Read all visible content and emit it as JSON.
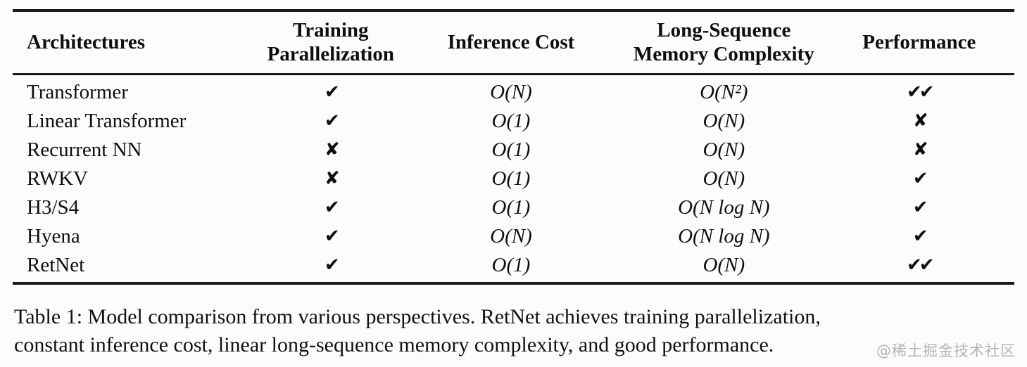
{
  "colors": {
    "background": "#fcfcfc",
    "text": "#0f0f0f",
    "rule": "#1b1b1b",
    "watermark": "#b3b3b3"
  },
  "table": {
    "columns": [
      "Architectures",
      "Training Parallelization",
      "Inference Cost",
      "Long-Sequence Memory Complexity",
      "Performance"
    ],
    "rows": [
      {
        "architecture": "Transformer",
        "training_parallelization": "✔",
        "inference_cost": "O(N)",
        "memory_complexity": "O(N²)",
        "performance": "✔✔"
      },
      {
        "architecture": "Linear Transformer",
        "training_parallelization": "✔",
        "inference_cost": "O(1)",
        "memory_complexity": "O(N)",
        "performance": "✘"
      },
      {
        "architecture": "Recurrent NN",
        "training_parallelization": "✘",
        "inference_cost": "O(1)",
        "memory_complexity": "O(N)",
        "performance": "✘"
      },
      {
        "architecture": "RWKV",
        "training_parallelization": "✘",
        "inference_cost": "O(1)",
        "memory_complexity": "O(N)",
        "performance": "✔"
      },
      {
        "architecture": "H3/S4",
        "training_parallelization": "✔",
        "inference_cost": "O(1)",
        "memory_complexity": "O(N log N)",
        "performance": "✔"
      },
      {
        "architecture": "Hyena",
        "training_parallelization": "✔",
        "inference_cost": "O(N)",
        "memory_complexity": "O(N log N)",
        "performance": "✔"
      },
      {
        "architecture": "RetNet",
        "training_parallelization": "✔",
        "inference_cost": "O(1)",
        "memory_complexity": "O(N)",
        "performance": "✔✔"
      }
    ]
  },
  "caption": {
    "line1": "Table 1: Model comparison from various perspectives.  RetNet achieves training parallelization,",
    "line2": "constant inference cost, linear long-sequence memory complexity, and good performance."
  },
  "watermark": "@稀土掘金技术社区"
}
